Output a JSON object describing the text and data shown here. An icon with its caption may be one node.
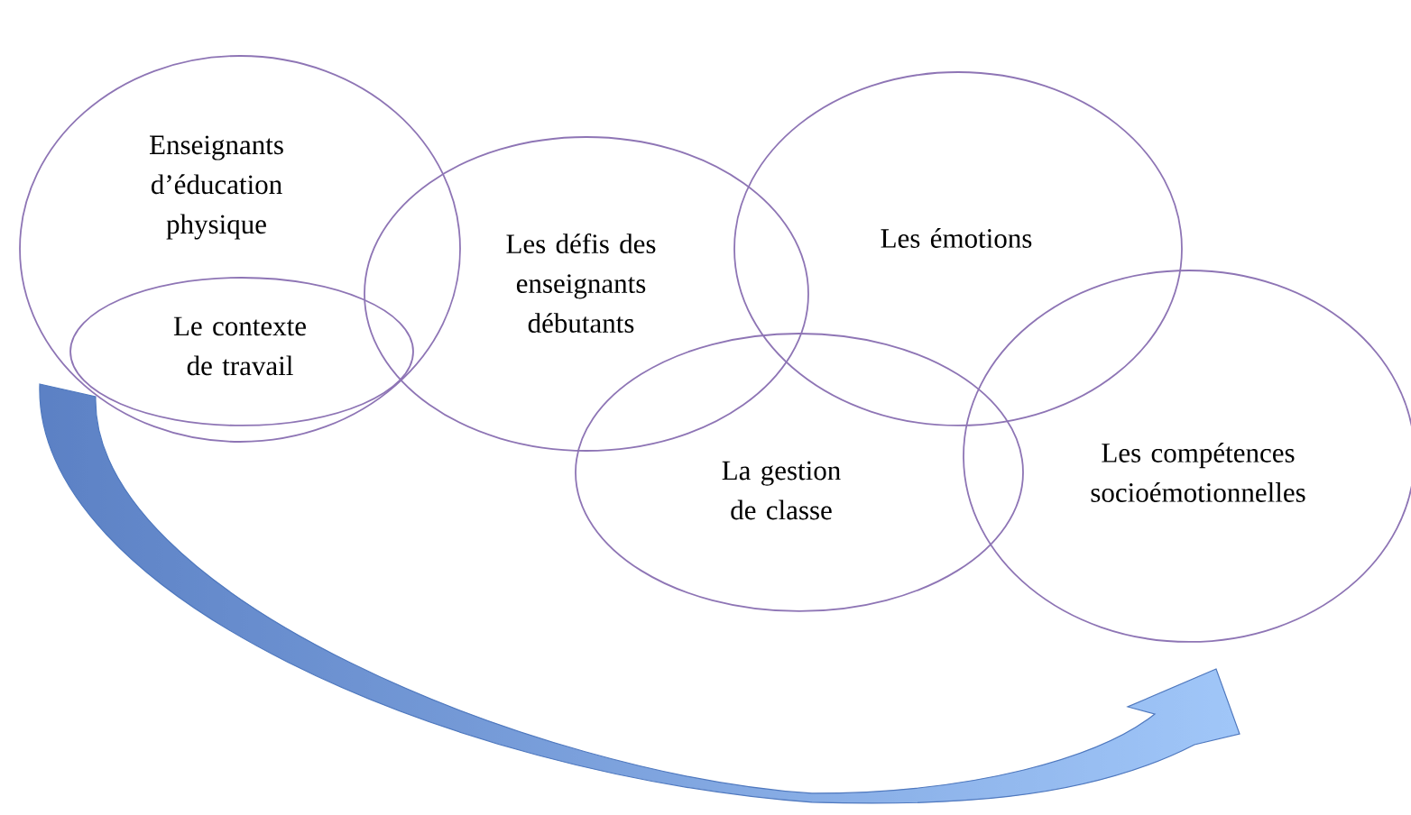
{
  "diagram": {
    "nodes": [
      {
        "text": [
          "Enseignants d’éducation physique"
        ]
      },
      {
        "text": [
          "Le contexte de travail"
        ],
        "in": 0
      },
      {
        "text": [
          "Les défis des enseignants débutants"
        ]
      },
      {
        "text": [
          "Les émotions"
        ]
      },
      {
        "text": [
          "La gestion de classe"
        ]
      },
      {
        "text": [
          "Les compétences socioémotionnelles"
        ]
      }
    ]
  }
}
